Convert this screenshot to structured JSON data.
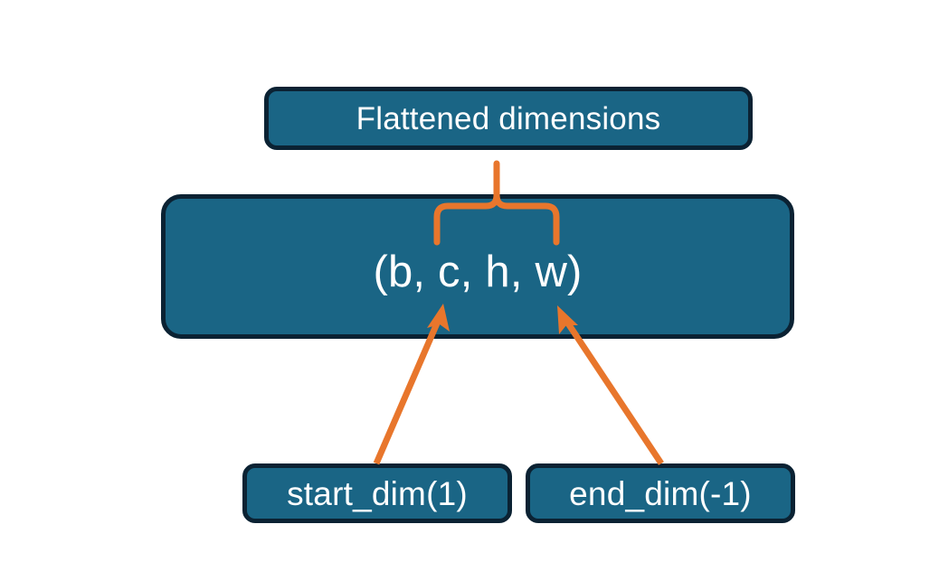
{
  "diagram": {
    "title": "Flatten dimensions diagram",
    "background_color": "#FFFFFF",
    "node_fill_color": "#1A6585",
    "node_border_color": "#0B2233",
    "node_text_color": "#FFFFFF",
    "connector_color": "#E8762C",
    "nodes": {
      "flattened": {
        "label": "Flattened dimensions"
      },
      "shape": {
        "label": "(b, c, h, w)"
      },
      "start_dim": {
        "label": "start_dim(1)"
      },
      "end_dim": {
        "label": "end_dim(-1)"
      }
    },
    "connectors": [
      {
        "name": "brace-flattened-to-shape",
        "kind": "curly-brace",
        "from": "shape",
        "to": "flattened"
      },
      {
        "name": "arrow-start-dim-to-shape",
        "kind": "arrow",
        "from": "start_dim",
        "to": "shape"
      },
      {
        "name": "arrow-end-dim-to-shape",
        "kind": "arrow",
        "from": "end_dim",
        "to": "shape"
      }
    ]
  }
}
